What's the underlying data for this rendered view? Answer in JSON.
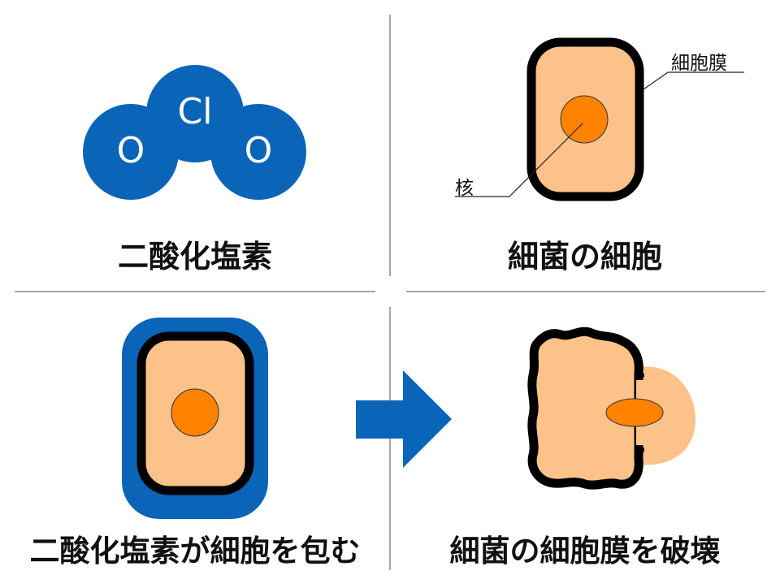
{
  "colors": {
    "blue": "#0a64b8",
    "cell_fill": "#fcc28a",
    "nucleus": "#ff8200",
    "membrane": "#000000",
    "divider": "#888888"
  },
  "panels": {
    "top_left": {
      "caption": "二酸化塩素",
      "molecule": {
        "center_atom": "Cl",
        "left_atom": "O",
        "right_atom": "O"
      }
    },
    "top_right": {
      "caption": "細菌の細胞",
      "label_membrane": "細胞膜",
      "label_nucleus": "核"
    },
    "bottom_left": {
      "caption": "二酸化塩素が細胞を包む"
    },
    "bottom_right": {
      "caption": "細菌の細胞膜を破壊"
    }
  },
  "icons": {
    "arrow": "right-arrow-icon"
  }
}
